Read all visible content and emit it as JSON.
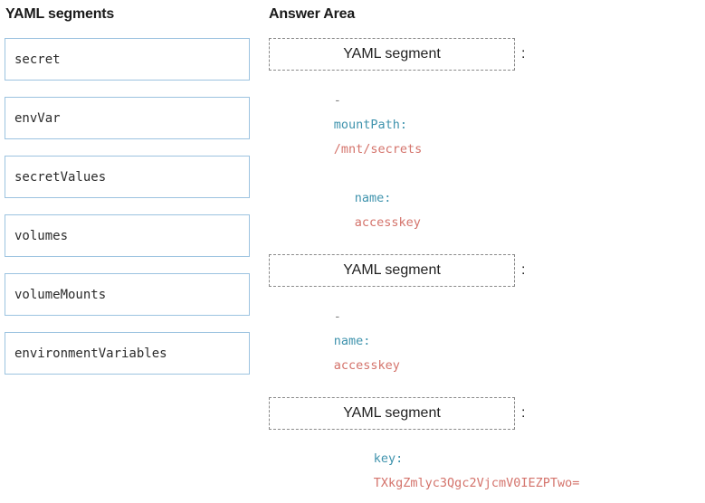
{
  "headings": {
    "left": "YAML segments",
    "right": "Answer Area"
  },
  "segments": {
    "items": [
      {
        "label": "secret"
      },
      {
        "label": "envVar"
      },
      {
        "label": "secretValues"
      },
      {
        "label": "volumes"
      },
      {
        "label": "volumeMounts"
      },
      {
        "label": "environmentVariables"
      }
    ]
  },
  "answer_area": {
    "dropzone_placeholder": "YAML segment",
    "colon": ":",
    "groups": [
      {
        "lines": [
          {
            "dash": "-",
            "key": "mountPath:",
            "value": "/mnt/secrets"
          },
          {
            "dash": "",
            "key": "name:",
            "value": "accesskey"
          }
        ]
      },
      {
        "lines": [
          {
            "dash": "-",
            "key": "name:",
            "value": "accesskey"
          }
        ]
      },
      {
        "lines": [
          {
            "dash": "",
            "key": "key:",
            "value": "TXkgZmlyc3Qgc2VjcmV0IEZPTwo="
          }
        ]
      }
    ]
  },
  "colors": {
    "tile_border": "#9cc3e0",
    "dropzone_border": "#8a8a8a",
    "yaml_key": "#3f93ad",
    "yaml_value": "#d4736b",
    "heading_text": "#1a1a1a"
  }
}
